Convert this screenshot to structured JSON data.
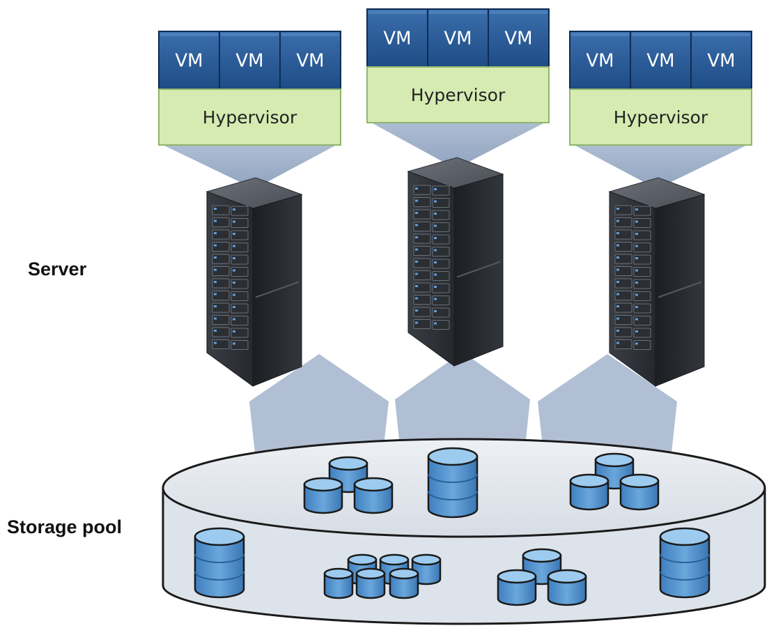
{
  "labels": {
    "server": "Server",
    "storage_pool": "Storage pool"
  },
  "vm_label": "VM",
  "hypervisor_label": "Hypervisor",
  "colors": {
    "vm_fill": "#2a5a96",
    "hypervisor_fill": "#d6ebb2",
    "connector": "#8fa4c2",
    "storage_fill": "#e1e6ec",
    "database": "#4f8fcc"
  }
}
